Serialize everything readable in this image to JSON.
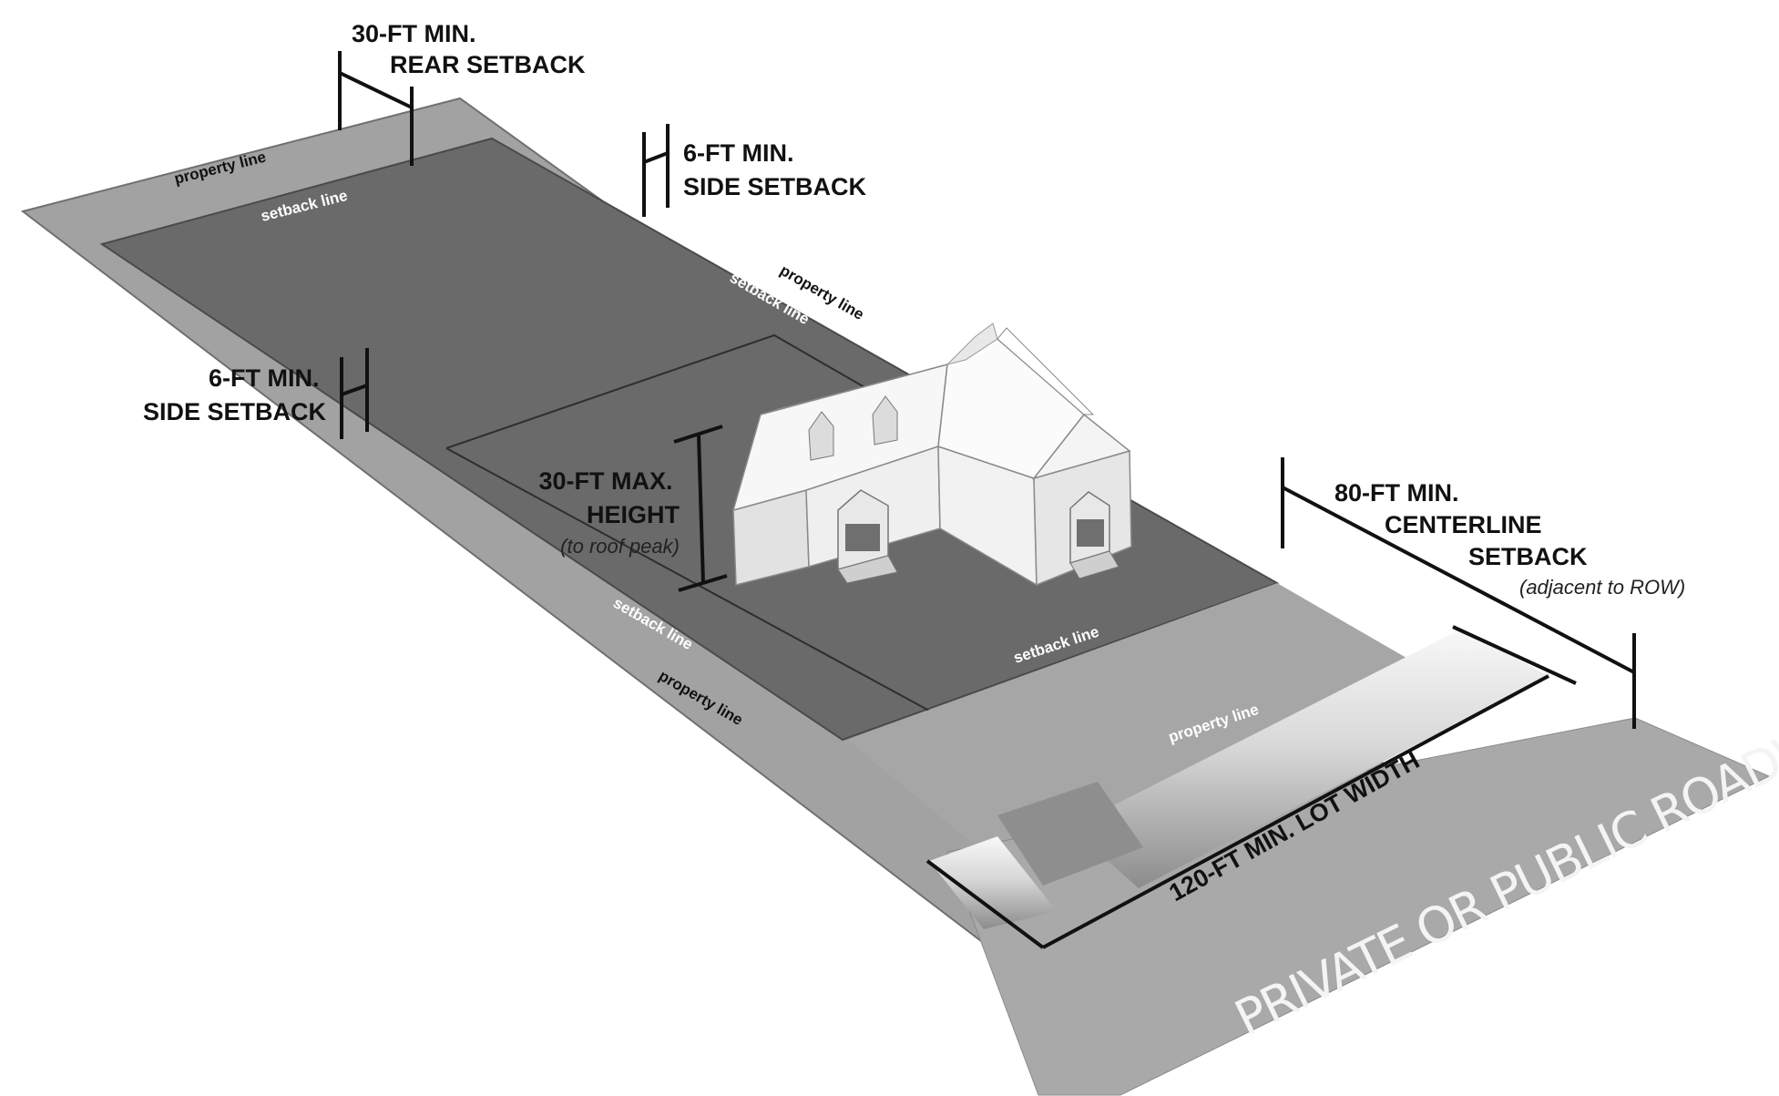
{
  "labels": {
    "rear_setback": [
      "30-FT MIN.",
      "REAR SETBACK"
    ],
    "side_setback_right": [
      "6-FT MIN.",
      "SIDE SETBACK"
    ],
    "side_setback_left": [
      "6-FT MIN.",
      "SIDE SETBACK"
    ],
    "max_height": [
      "30-FT MAX.",
      "HEIGHT"
    ],
    "max_height_note": "(to roof peak)",
    "centerline_setback": [
      "80-FT MIN.",
      "CENTERLINE",
      "SETBACK"
    ],
    "centerline_note": "(adjacent to ROW)",
    "lot_width": "120-FT  MIN.  LOT  WIDTH",
    "roadway": "PRIVATE OR PUBLIC ROADWAY"
  },
  "line_labels": {
    "property_line": "property  line",
    "setback_line": "setback line"
  },
  "colors": {
    "lot": "#a2a2a2",
    "buildable": "#6b6b6b",
    "road": "#a9a9a9",
    "house": "#f0f0f0",
    "ink": "#111111"
  }
}
